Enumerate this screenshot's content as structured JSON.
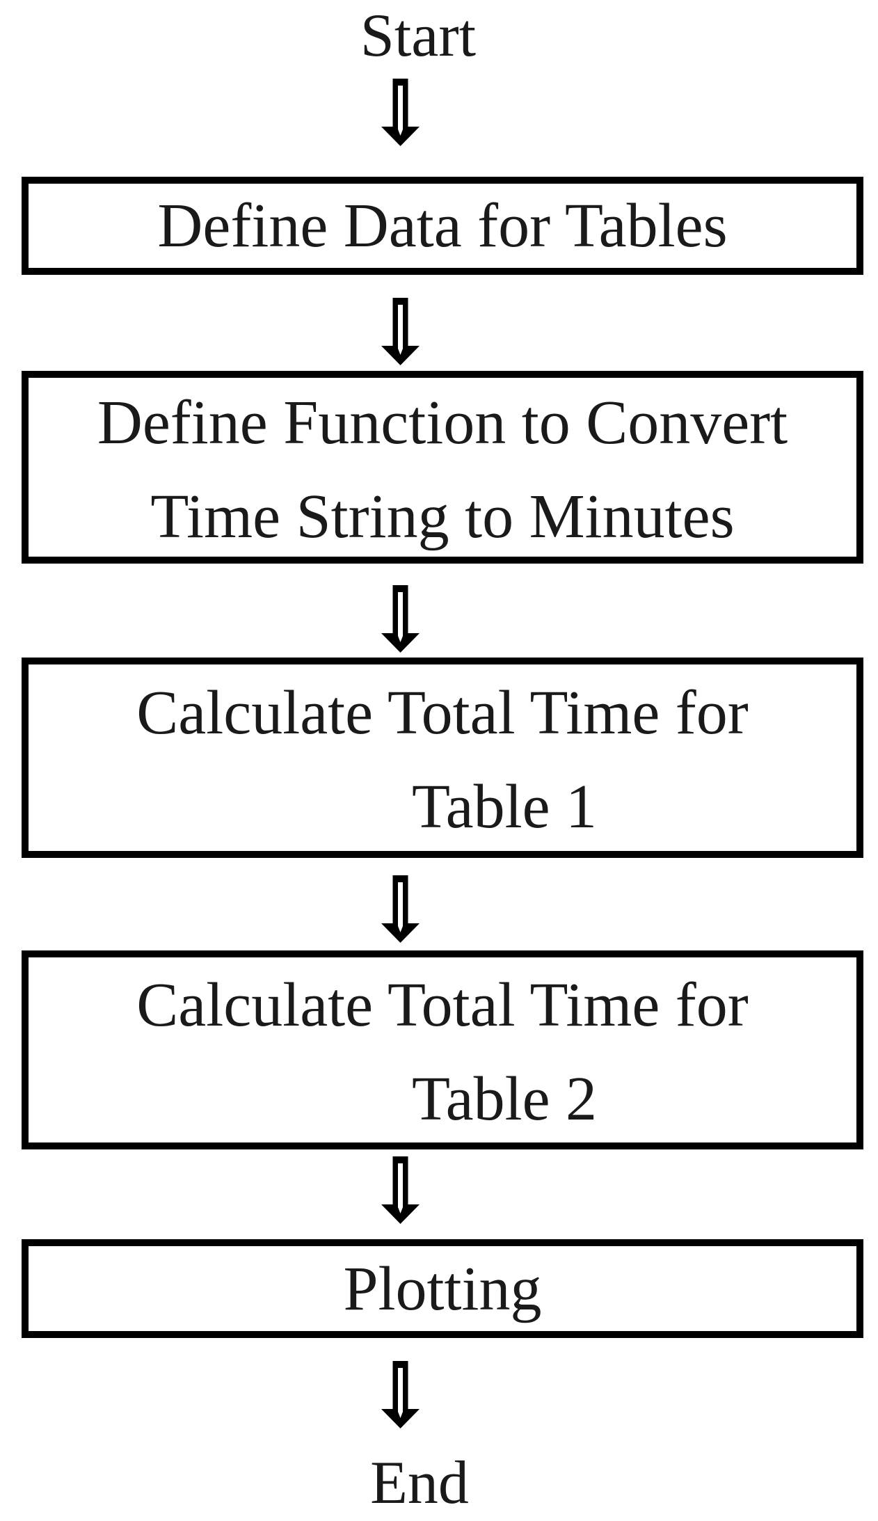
{
  "colors": {
    "ink": "#000000",
    "text": "#1a1a1a",
    "background": "#ffffff"
  },
  "flowchart": {
    "start_label": "Start",
    "end_label": "End",
    "nodes": [
      {
        "id": "define-data",
        "lines": [
          "Define Data for Tables"
        ]
      },
      {
        "id": "convert-function",
        "lines": [
          "Define Function to Convert",
          "Time String to Minutes"
        ]
      },
      {
        "id": "total-time-table-1",
        "lines": [
          "Calculate Total Time for",
          "Table 1"
        ]
      },
      {
        "id": "total-time-table-2",
        "lines": [
          "Calculate Total Time for",
          "Table 2"
        ]
      },
      {
        "id": "plotting",
        "lines": [
          "Plotting"
        ]
      }
    ],
    "edges": [
      {
        "from": "start",
        "to": "define-data"
      },
      {
        "from": "define-data",
        "to": "convert-function"
      },
      {
        "from": "convert-function",
        "to": "total-time-table-1"
      },
      {
        "from": "total-time-table-1",
        "to": "total-time-table-2"
      },
      {
        "from": "total-time-table-2",
        "to": "plotting"
      },
      {
        "from": "plotting",
        "to": "end"
      }
    ]
  }
}
